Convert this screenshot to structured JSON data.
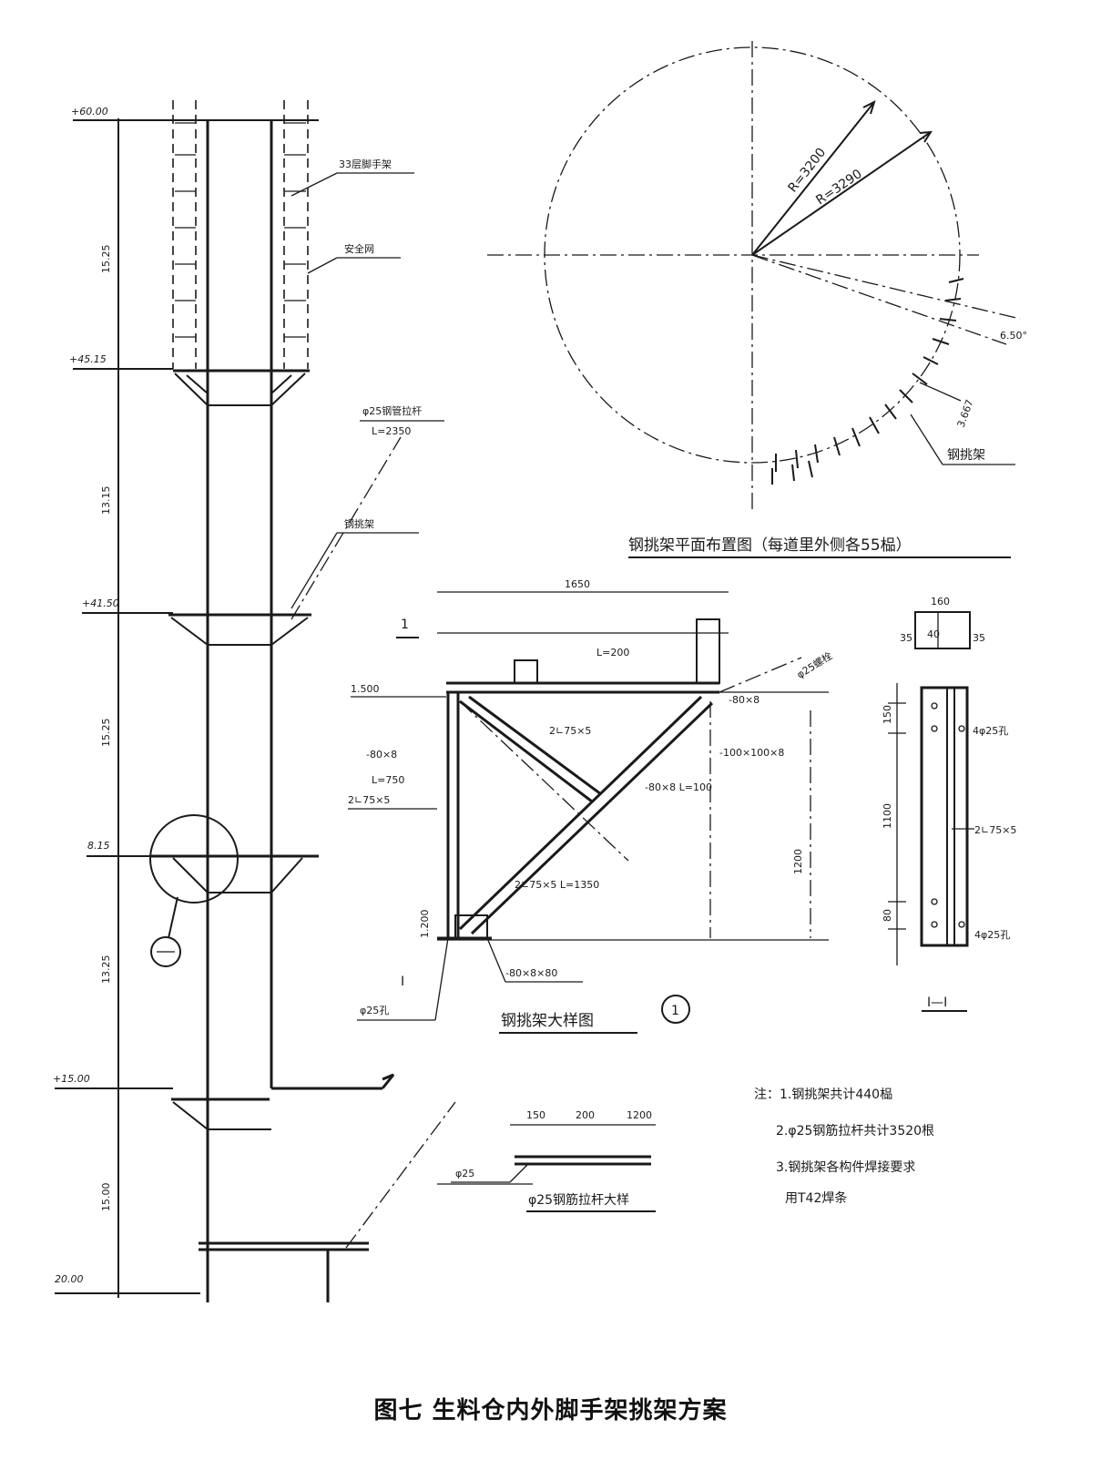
{
  "caption": "图七  生料仓内外脚手架挑架方案",
  "elevation": {
    "levels": [
      "+60.00",
      "+45.15",
      "+41.50",
      "8.15",
      "+15.00",
      "20.00"
    ],
    "spans": [
      "15.25",
      "13.15",
      "15.25",
      "13.25",
      "15.00"
    ],
    "labels": [
      "33层脚手架",
      "安全网",
      "φ25钢管拉杆",
      "L=2350",
      "钢挑架",
      "φ25"
    ]
  },
  "plan": {
    "title": "钢挑架平面布置图（每道里外侧各55榀）",
    "radius_inner": "R=3200",
    "radius_outer": "R=3290",
    "angle": "6.50°",
    "pitch": "3.667",
    "label_bracket": "钢挑架"
  },
  "bracket": {
    "title": "钢挑架大样图",
    "detail_marker": "1",
    "top_dim": "1650",
    "right_height": "1200",
    "labels": [
      "2∟75×5",
      "2∟75×5 L=1350",
      "-80×8 L=100",
      "-80×8",
      "L=750",
      "2∟75×5",
      "L=200",
      "-80×8×80",
      "φ25孔",
      "-100×100×8",
      "-80×8",
      "1.500",
      "1.200",
      "φ25螺栓"
    ],
    "section_label": "Ⅰ—Ⅰ"
  },
  "section": {
    "width": "160",
    "height": "1100",
    "holes": "4φ25孔",
    "member": "2∟75×5",
    "dims": [
      "35",
      "40",
      "35",
      "150",
      "80"
    ]
  },
  "rod": {
    "title": "φ25钢筋拉杆大样",
    "label": "φ25",
    "dims": [
      "150",
      "200",
      "1200"
    ]
  },
  "notes": [
    "注：1.钢挑架共计440榀",
    "2.φ25钢筋拉杆共计3520根",
    "3.钢挑架各构件焊接要求",
    "用T42焊条"
  ]
}
